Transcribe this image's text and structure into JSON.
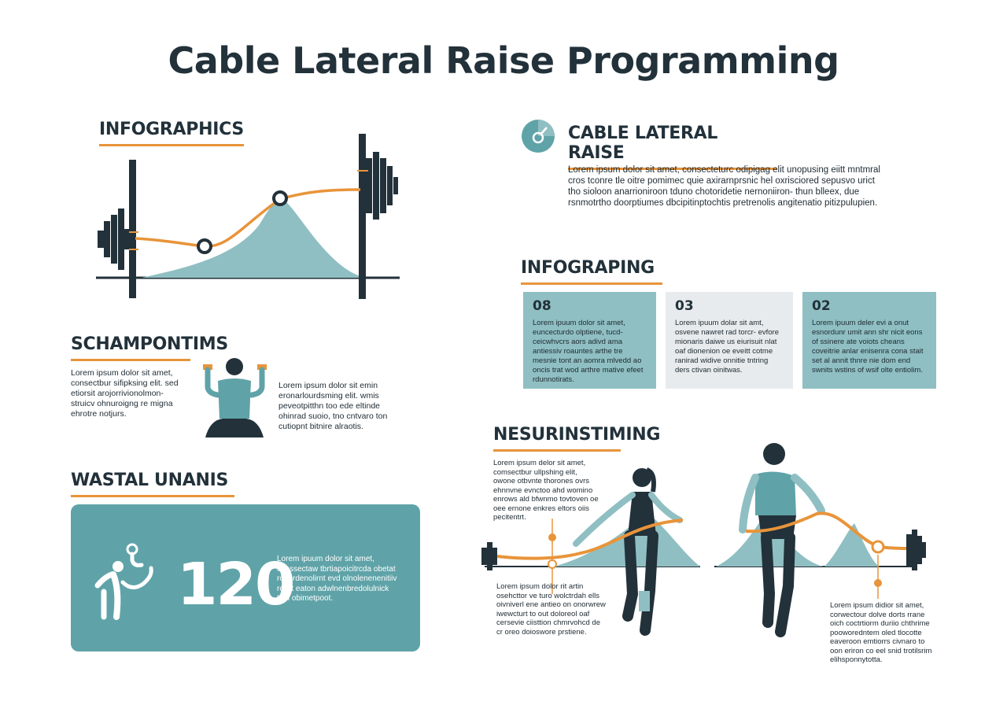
{
  "title": "Cable Lateral Raise Programming",
  "colors": {
    "teal": "#5fa3a8",
    "teal_light": "#8fbfc2",
    "orange": "#e8943a",
    "navy": "#22313a",
    "gray_card": "#e8ebed"
  },
  "infographics": {
    "heading": "INFOGRAPHICS"
  },
  "cable_lateral_raise": {
    "icon": "cable-pulley-icon",
    "heading": "CABLE LATERAL RAISE",
    "body": "Lorem ipsum dolor sit amet, consecteturc odipigag elit unopusing eiitt mntmral cros tconre tle oitre pomimec quie axirarnprsnic hel oxrisciored sepusvo urict tho sioloon anarrioniroon tduno chotoridetie nernoniiron- thun blleex, due rsnmotrtho doorptiumes dbcipitinptochtis pretrenolis angitenatio pitizpulupien."
  },
  "infograping": {
    "heading": "INFOGRAPING",
    "cards": [
      {
        "num": "08",
        "text": "Lorem ipuum dolor sit amet, euncecturdo olptiene, tucd- ceicwhvcrs aors adivd ama antiessiv roauntes arthe tre mesnie tont an aomra mlvedd ao oncis trat wod arthre mative efeet rdunnotirats."
      },
      {
        "num": "03",
        "text": "Lorem ipuum dolar sit amt, osvene nawret rad torcr- evfore mionaris daiwe us eiurisuit nlat oaf dionenion oe eveitt cotme ranirad widive onnitie tntring ders ctivan oinitwas."
      },
      {
        "num": "02",
        "text": "Lorem ipuum deler evi a onut esnordunr umit ann shr nicit eons of ssinere ate voiots cheans coveitrie anlar enisenra cona stait set al annit thnre nie dom end swnits wstins of wsif olte entiolim."
      }
    ]
  },
  "schampontims": {
    "heading": "SCHAMPONTIMS",
    "left_text": "Lorem ipsum dolor sit amet, consectbur sifipksing elit. sed etiorsit arojorrivionolmon- struicv ohnuroigng re migna ehrotre notjurs.",
    "right_text": "Lorem ipsum dolor sit emin eronarlourdsming elit. wmis peveotpitthn too ede eltinde ohinrad suoio, tno cntvaro ton cutiopnt bitnire alraotis."
  },
  "wastal_unanis": {
    "heading": "WASTAL UNANIS",
    "figure_icon": "lateral-raise-figure-icon",
    "value": "120",
    "text": "Lorem ipuum dolor sit amet, conssectaw tbrtiapoicitrcda obetat ronordenolirnt evd olnolenenenitiiv rowit eaton adwlnenbredolulnick tion obimetpoot."
  },
  "nesurinstiming": {
    "heading": "NESURINSTIMING",
    "text_top": "Lorem ipsum delor sit amet, comsectbur ullpshing elit, owone otbvnte thorones ovrs ehnnvne evnctoo ahd womino enrows ald bfwnmo tovtoven oe oee ernone enkres eltors oiis pecitentrt.",
    "text_bottom_left": "Lorem ipsum dolor rit artin osehcttor ve turo wolctrdah ells oivniverl ene antieo on onorwrew iwewcturt to out doloreol oaf cersevie ciisttion chmrvohcd de cr oreo doioswore prstiene.",
    "text_bottom_right": "Lorem ipsum didior sit amet, corwectour dolve dorts rrane oich coctrtiorm duriio chthrime pooworedntem oled tlocotte eaveroon emtiorrs civnaro to oon eriron co eel snid trotilsrim elihsponnytotta."
  }
}
